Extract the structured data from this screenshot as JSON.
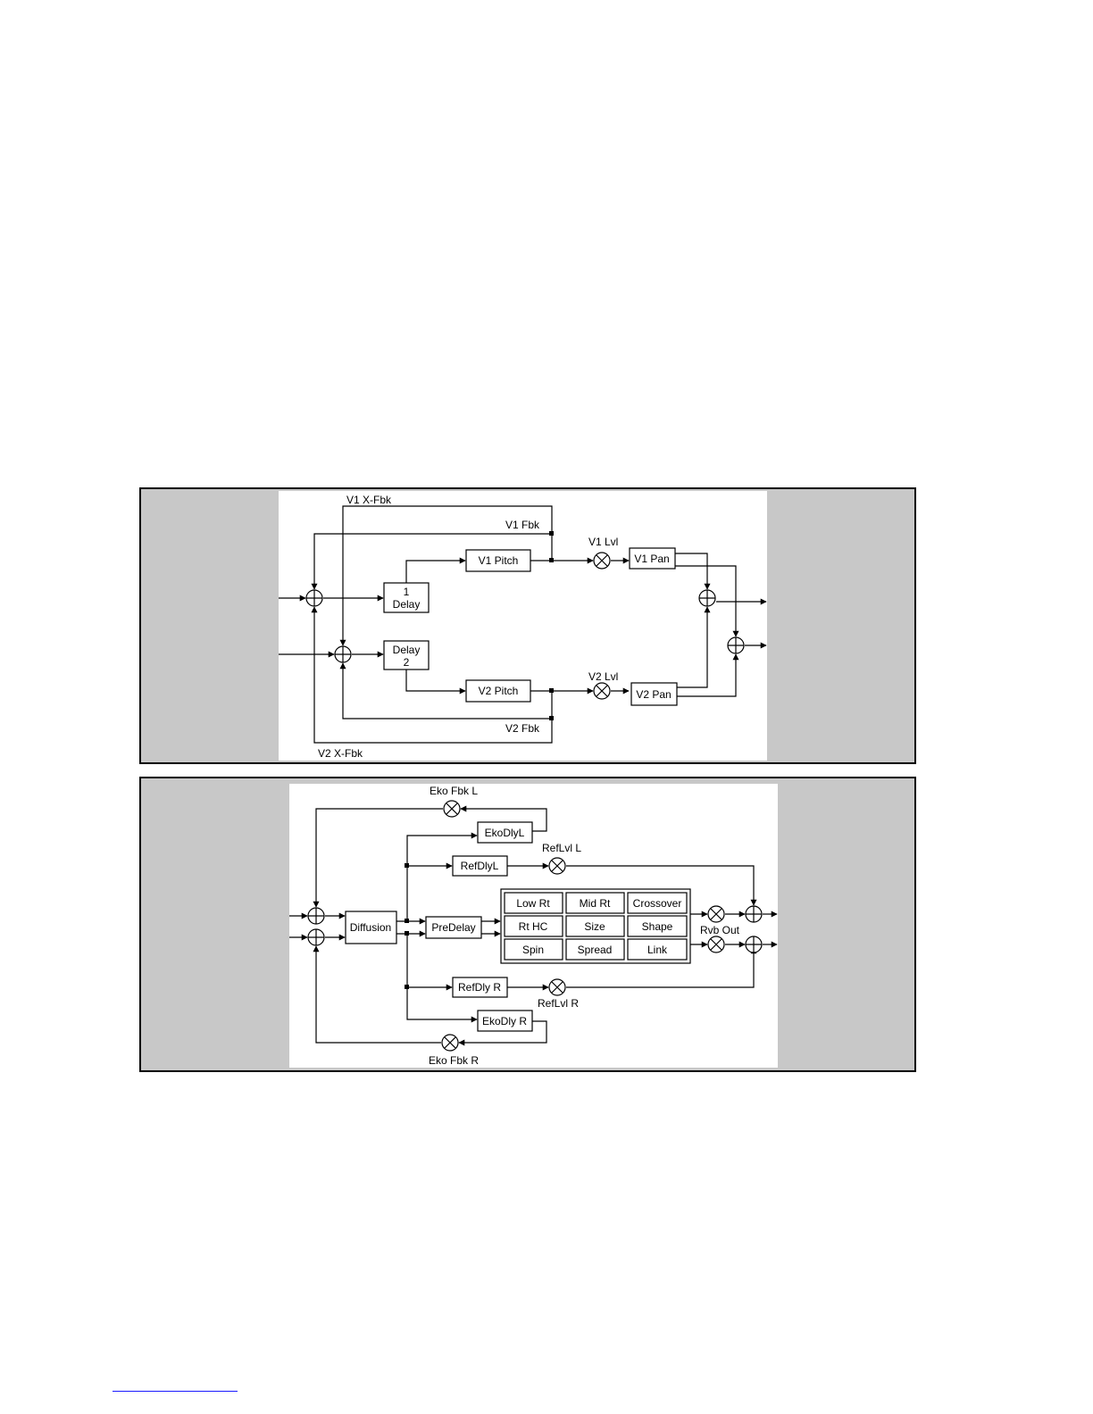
{
  "diagram1": {
    "labels": {
      "v1_xfbk": "V1 X-Fbk",
      "v1_fbk": "V1 Fbk",
      "v1_lvl": "V1 Lvl",
      "v2_lvl": "V2 Lvl",
      "v2_fbk": "V2 Fbk",
      "v2_xfbk": "V2 X-Fbk"
    },
    "blocks": {
      "delay1_line1": "1",
      "delay1_line2": "Delay",
      "delay2_line1": "Delay",
      "delay2_line2": "2",
      "v1_pitch": "V1 Pitch",
      "v2_pitch": "V2 Pitch",
      "v1_pan": "V1 Pan",
      "v2_pan": "V2 Pan"
    }
  },
  "diagram2": {
    "labels": {
      "eko_fbk_l": "Eko Fbk L",
      "eko_fbk_r": "Eko Fbk R",
      "ref_lvl_l": "RefLvl L",
      "ref_lvl_r": "RefLvl R",
      "rvb_out": "Rvb Out"
    },
    "blocks": {
      "diffusion": "Diffusion",
      "predelay": "PreDelay",
      "eko_dly_l": "EkoDlyL",
      "eko_dly_r": "EkoDly R",
      "ref_dly_l": "RefDlyL",
      "ref_dly_r": "RefDly R"
    },
    "grid": [
      "Low Rt",
      "Mid Rt",
      "Crossover",
      "Rt HC",
      "Size",
      "Shape",
      "Spin",
      "Spread",
      "Link"
    ]
  }
}
